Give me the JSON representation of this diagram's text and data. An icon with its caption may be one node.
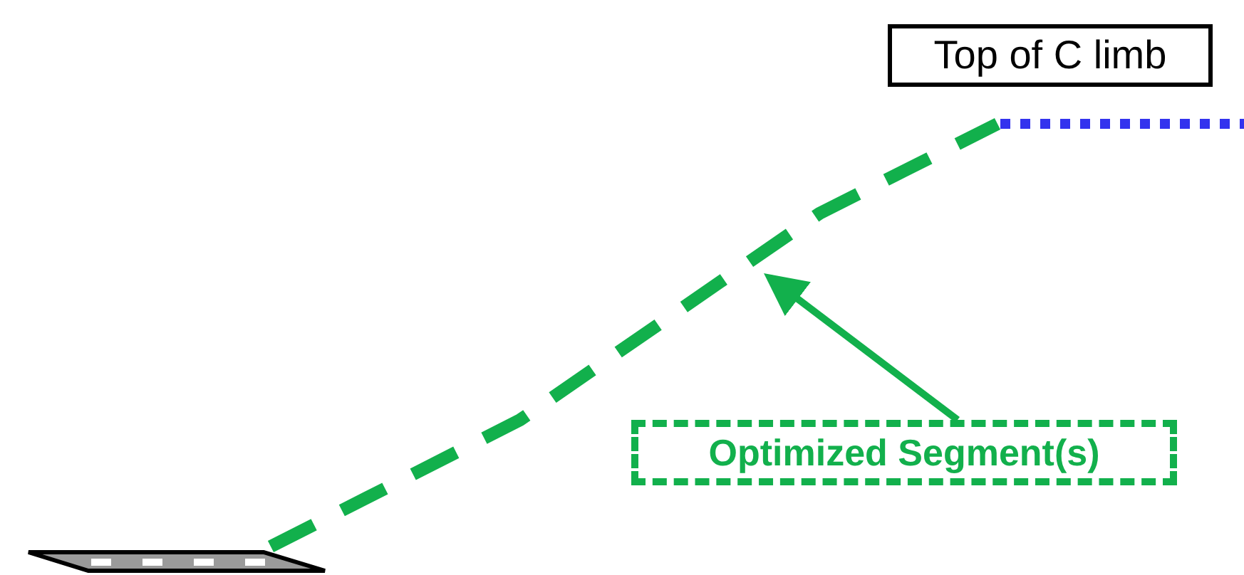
{
  "diagram": {
    "nodes": [
      {
        "text": [
          "Top of C limb"
        ]
      },
      {
        "text": [],
        "shape": "line"
      },
      {
        "text": [
          "Optimized Segment(s)"
        ]
      }
    ],
    "edges": [
      {
        "from": 2,
        "to": 1,
        "arrow": "to"
      }
    ]
  }
}
